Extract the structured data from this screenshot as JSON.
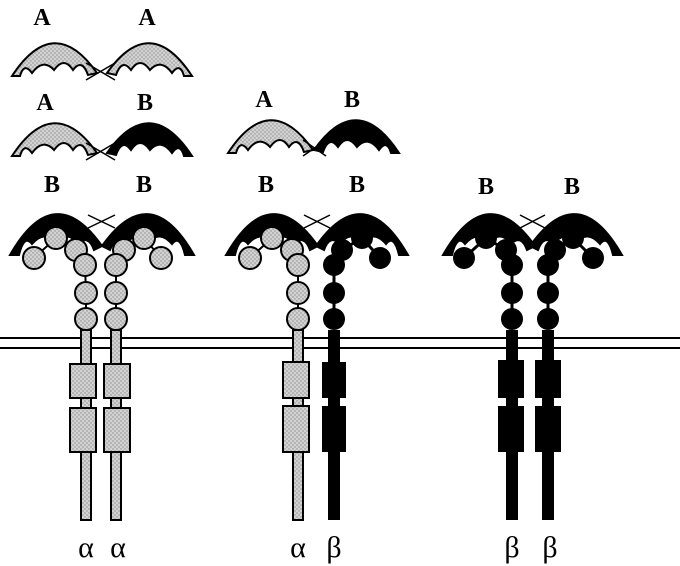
{
  "colors": {
    "light": "#c9c9c9",
    "dark": "#000000",
    "outline": "#000000",
    "background": "#ffffff"
  },
  "icons": {
    "light_pattern": "stipple",
    "dark_pattern": "solid"
  },
  "dimers": [
    {
      "left": "A",
      "right": "A"
    },
    {
      "left": "A",
      "right": "B"
    },
    {
      "left": "A",
      "right": "B"
    }
  ],
  "receptors": [
    {
      "left_ligand": "B",
      "right_ligand": "B",
      "left_chain": "α",
      "right_chain": "α"
    },
    {
      "left_ligand": "B",
      "right_ligand": "B",
      "left_chain": "α",
      "right_chain": "β"
    },
    {
      "left_ligand": "B",
      "right_ligand": "B",
      "left_chain": "β",
      "right_chain": "β"
    }
  ]
}
